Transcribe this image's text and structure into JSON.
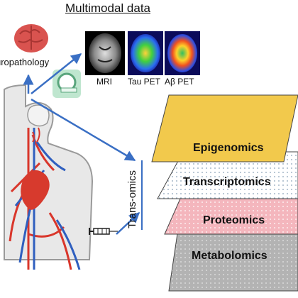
{
  "title": "Multimodal data",
  "neuropathology_label": "uropathology",
  "scans": [
    {
      "label": "MRI",
      "icon": "mri-brain-scan-icon"
    },
    {
      "label": "Tau PET",
      "icon": "tau-pet-brain-scan-icon"
    },
    {
      "label": "Aβ PET",
      "icon": "abeta-pet-brain-scan-icon"
    }
  ],
  "side_label": "Trans-omics",
  "layers": [
    {
      "label": "Epigenomics",
      "color": "#f2c94c",
      "pattern": "solid"
    },
    {
      "label": "Transcriptomics",
      "color": "#ffffff",
      "pattern": "dots"
    },
    {
      "label": "Proteomics",
      "color": "#f4b6bd",
      "pattern": "dots"
    },
    {
      "label": "Metabolomics",
      "color": "#b3b3b3",
      "pattern": "dots"
    }
  ],
  "icons": {
    "brain": "brain-icon",
    "scanner": "mri-scanner-icon",
    "syringe": "syringe-icon",
    "body": "human-body-vasculature-icon"
  },
  "colors": {
    "arrow": "#3a6fc4",
    "brain": "#d9534f",
    "scanner": "#7ecba1"
  }
}
